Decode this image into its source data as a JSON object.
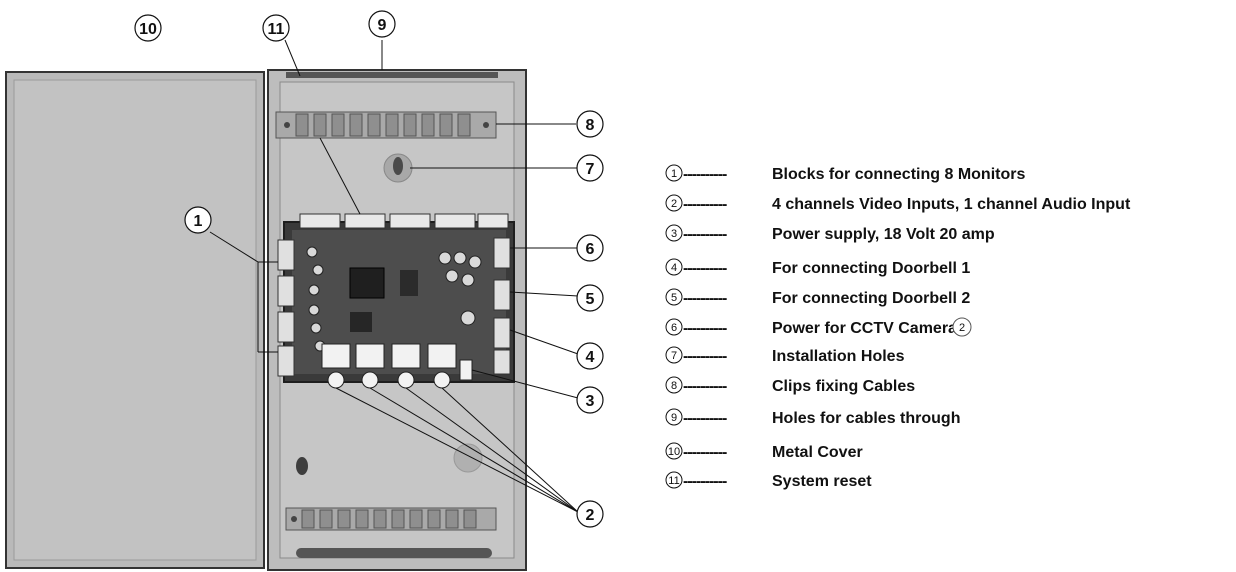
{
  "diagram": {
    "callouts": [
      {
        "id": "c10",
        "number": "10"
      },
      {
        "id": "c11",
        "number": "11"
      },
      {
        "id": "c9",
        "number": "9"
      },
      {
        "id": "c8",
        "number": "8"
      },
      {
        "id": "c7",
        "number": "7"
      },
      {
        "id": "c1",
        "number": "1"
      },
      {
        "id": "c6",
        "number": "6"
      },
      {
        "id": "c5",
        "number": "5"
      },
      {
        "id": "c4",
        "number": "4"
      },
      {
        "id": "c3",
        "number": "3"
      },
      {
        "id": "c2",
        "number": "2"
      }
    ]
  },
  "legend": {
    "items": [
      {
        "number": "1",
        "dashes": "----------",
        "text": "Blocks for connecting 8 Monitors"
      },
      {
        "number": "2",
        "dashes": "----------",
        "text": "4 channels Video Inputs, 1 channel Audio Input"
      },
      {
        "number": "3",
        "dashes": "----------",
        "text": "Power supply, 18 Volt 20 amp"
      },
      {
        "number": "4",
        "dashes": "----------",
        "text": "For connecting Doorbell 1"
      },
      {
        "number": "5",
        "dashes": "----------",
        "text": "For connecting Doorbell 2"
      },
      {
        "number": "6",
        "dashes": "----------",
        "text": "Power for CCTV Cameras"
      },
      {
        "number": "7",
        "dashes": "----------",
        "text": "Installation Holes"
      },
      {
        "number": "8",
        "dashes": "----------",
        "text": "Clips fixing Cables"
      },
      {
        "number": "9",
        "dashes": "----------",
        "text": "Holes for cables through"
      },
      {
        "number": "10",
        "dashes": "----------",
        "text": "Metal Cover"
      },
      {
        "number": "11",
        "dashes": "----------",
        "text": "System reset"
      }
    ],
    "extra_badge": "2"
  }
}
